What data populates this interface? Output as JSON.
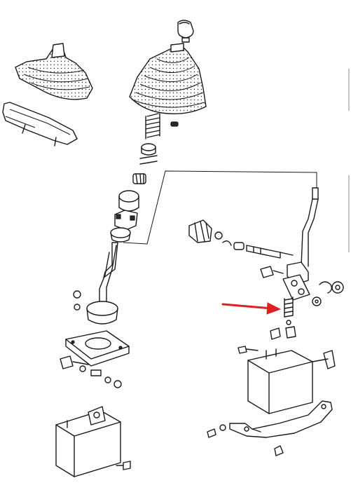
{
  "diagram": {
    "kind": "exploded-parts-view",
    "accent_color": "#e02020",
    "ink_color": "#1a1a1a",
    "background": "#ffffff",
    "parts": [
      "gear-knob",
      "shift-boot",
      "small-boot",
      "console-trim",
      "spring",
      "bushing",
      "shift-lever",
      "ball-socket",
      "lever-base-plate",
      "bracket-housing",
      "linkage-rod",
      "selector-rod",
      "pivot-bracket",
      "detent-spring",
      "mounting-bracket",
      "support-arm",
      "bolts-and-washers"
    ],
    "callout": {
      "shape": "arrow",
      "direction": "right",
      "color": "#e02020",
      "target": "detent-spring"
    }
  }
}
